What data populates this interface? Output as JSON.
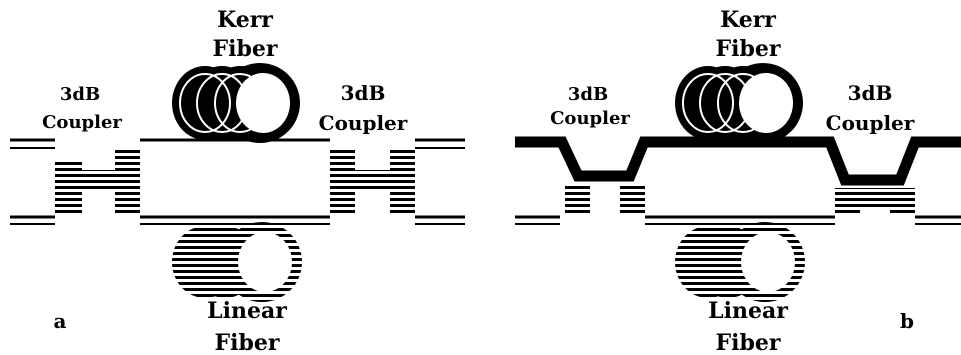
{
  "panels": [
    {
      "id": "a",
      "panel_label": "a",
      "kerr_label": [
        "Kerr",
        "Fiber"
      ],
      "linear_label": [
        "Linear",
        "Fiber"
      ],
      "coupler_left_label": [
        "3dB",
        "Coupler"
      ],
      "coupler_right_label": [
        "3dB",
        "Coupler"
      ],
      "thick_path": false
    },
    {
      "id": "b",
      "panel_label": "b",
      "kerr_label": [
        "Kerr",
        "Fiber"
      ],
      "linear_label": [
        "Linear",
        "Fiber"
      ],
      "coupler_left_label": [
        "3dB",
        "Coupler"
      ],
      "coupler_right_label": [
        "3dB",
        "Coupler"
      ],
      "thick_path": true
    }
  ],
  "colors": {
    "ink": "#000000",
    "background": "#ffffff"
  }
}
